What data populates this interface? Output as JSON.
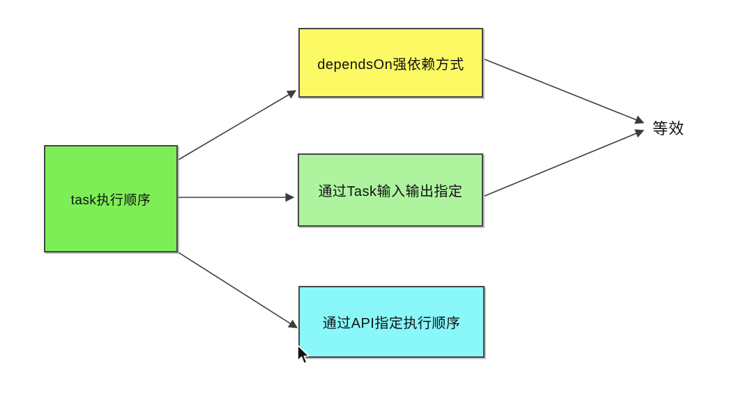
{
  "diagram": {
    "background": "#ffffff",
    "line_color": "#3d3d3d",
    "border_color": "#444444",
    "text_color": "#111111",
    "root_node": {
      "label": "task执行顺序",
      "fill": "#7dee55"
    },
    "option_nodes": [
      {
        "label": "dependsOn强依赖方式",
        "fill": "#fbf964"
      },
      {
        "label": "通过Task输入输出指定",
        "fill": "#aef49f"
      },
      {
        "label": "通过API指定执行顺序",
        "fill": "#8af7fa"
      }
    ],
    "equivalence_label": "等效",
    "cursor_icon": "mouse-pointer"
  }
}
